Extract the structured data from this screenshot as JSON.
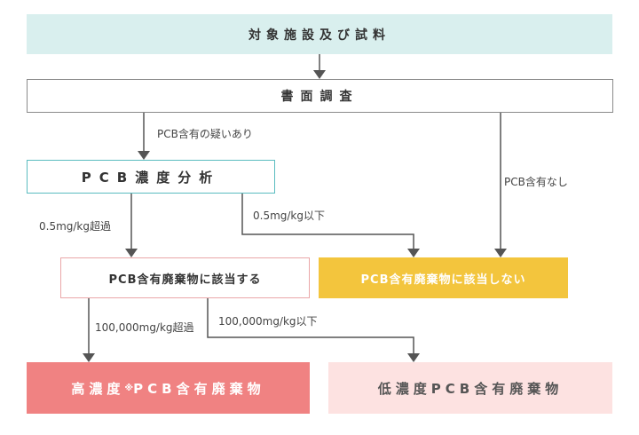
{
  "boxes": {
    "target": "対象施設及び試料",
    "document_review": "書面調査",
    "pcb_analysis": "PCB濃度分析",
    "is_pcb_waste": "PCB含有廃棄物に該当する",
    "not_pcb_waste": "PCB含有廃棄物に該当しない",
    "high_conc": "高濃度",
    "high_conc_mark": "※",
    "high_conc_rest": "PCB含有廃棄物",
    "low_conc": "低濃度PCB含有廃棄物"
  },
  "labels": {
    "suspected": "PCB含有の疑いあり",
    "no_pcb": "PCB含有なし",
    "over_05": "0.5mg/kg超過",
    "under_05": "0.5mg/kg以下",
    "over_100k": "100,000mg/kg超過",
    "under_100k": "100,000mg/kg以下"
  },
  "colors": {
    "line": "#555555",
    "target_fill": "#d9efee",
    "analysis_border": "#5bbcc0",
    "is_waste_border": "#eaa7a8",
    "not_waste_fill": "#f3c53d",
    "high_fill": "#f08282",
    "low_fill": "#fde2e1",
    "low_text": "#555555"
  }
}
